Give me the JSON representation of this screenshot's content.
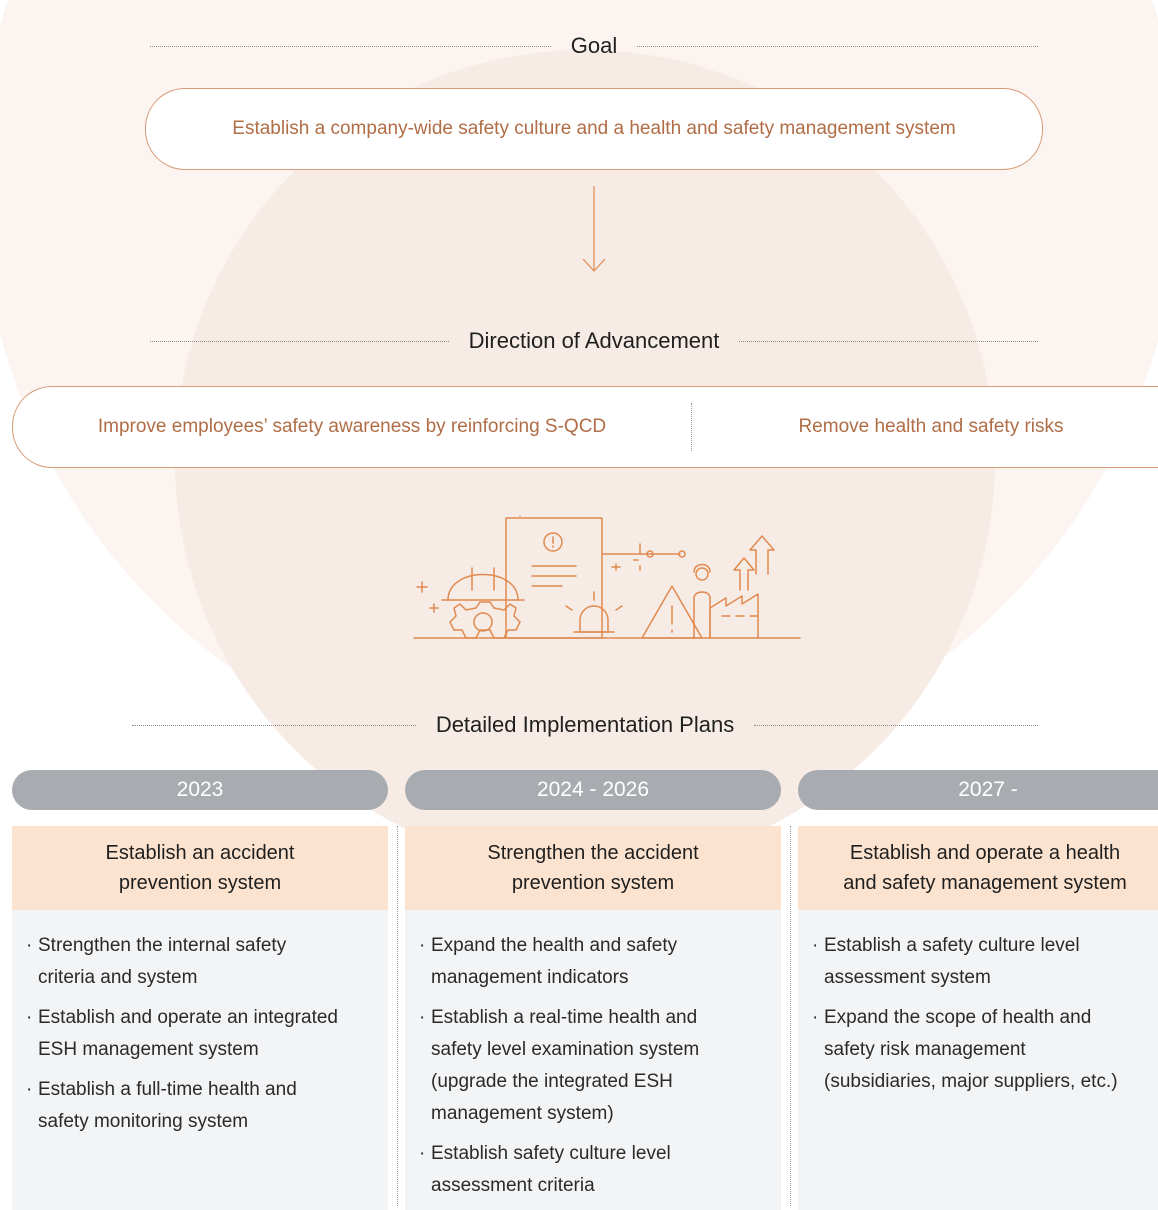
{
  "goal": {
    "heading": "Goal",
    "statement": "Establish a company-wide safety culture and a health and safety management system"
  },
  "direction": {
    "heading": "Direction of Advancement",
    "items": [
      "Improve employees’ safety awareness by reinforcing S-QCD",
      "Remove health and safety risks"
    ]
  },
  "plans": {
    "heading": "Detailed Implementation Plans",
    "columns": [
      {
        "period": "2023",
        "title_lines": [
          "Establish an accident",
          "prevention system"
        ],
        "bullets": [
          [
            "Strengthen the internal safety",
            "criteria and system"
          ],
          [
            "Establish and operate an integrated",
            "ESH management system"
          ],
          [
            "Establish a full-time health and",
            "safety monitoring system"
          ]
        ]
      },
      {
        "period": "2024 - 2026",
        "title_lines": [
          "Strengthen the accident",
          "prevention system"
        ],
        "bullets": [
          [
            "Expand the health and safety",
            "management indicators"
          ],
          [
            "Establish a real-time health and",
            "safety level examination system",
            "(upgrade the integrated ESH",
            "management system)"
          ],
          [
            "Establish safety culture level",
            "assessment criteria"
          ]
        ]
      },
      {
        "period": "2027 -",
        "title_lines": [
          "Establish and operate a health",
          "and safety management system"
        ],
        "bullets": [
          [
            "Establish a safety culture level",
            "assessment system"
          ],
          [
            "Expand the scope of health and",
            "safety risk management",
            "(subsidiaries, major suppliers, etc.)"
          ]
        ]
      }
    ]
  },
  "colors": {
    "accent": "#e08a4f",
    "accent_text": "#b06d46",
    "tab_gray": "#a8abb0",
    "title_fill": "#fbe3cf",
    "body_fill": "#f3f4f6"
  },
  "illustration_icon": "safety-illustration-icon"
}
